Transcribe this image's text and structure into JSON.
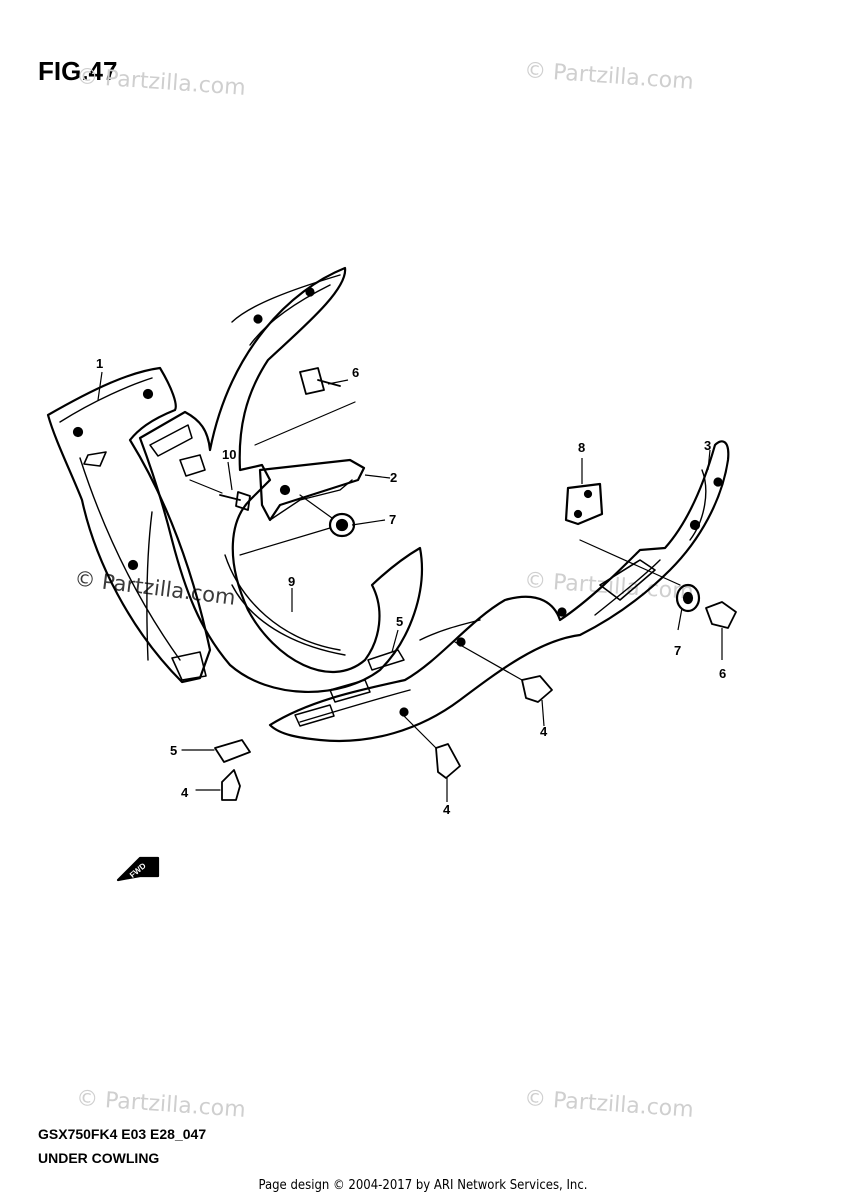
{
  "figure_title": "FIG.47",
  "watermark_text": "© Partzilla.com",
  "model_code": "GSX750FK4 E03 E28_047",
  "section_name": "UNDER COWLING",
  "page_credit": "Page design © 2004-2017 by ARI Network Services, Inc.",
  "fwd_label": "FWD",
  "callouts": [
    "1",
    "2",
    "3",
    "4",
    "4",
    "4",
    "5",
    "5",
    "6",
    "6",
    "7",
    "7",
    "8",
    "9",
    "10"
  ],
  "colors": {
    "line": "#000000",
    "watermark": "#cfcfcf"
  }
}
